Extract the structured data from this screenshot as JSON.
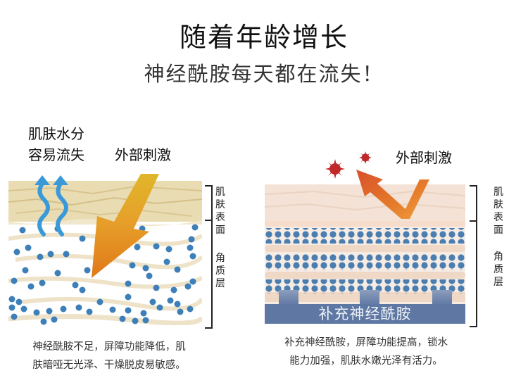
{
  "header": {
    "title": "随着年龄增长",
    "subtitle": "神经酰胺每天都在流失！"
  },
  "left_panel": {
    "water_loss_label_line1": "肌肤水分",
    "water_loss_label_line2": "容易流失",
    "stimulus_label": "外部刺激",
    "layer_labels": {
      "surface": "肌肤表面",
      "stratum_corneum": "角质层"
    },
    "caption_line1": "神经酰胺不足，屏障功能降低，肌",
    "caption_line2": "肤暗哑无光泽、干燥脱皮易敏感。",
    "colors": {
      "skin_surface": "#e9d9ae",
      "arrow_in": "#e08a1e",
      "water_arrow": "#3a9ad9",
      "ceramide_dot": "#3d7fb8"
    }
  },
  "right_panel": {
    "stimulus_label": "外部刺激",
    "supplement_label": "补充神经酰胺",
    "layer_labels": {
      "surface": "肌肤表面",
      "stratum_corneum": "角质层"
    },
    "caption_line1": "补充神经酰胺，屏障功能提高，锁水",
    "caption_line2": "能力加强，肌肤水嫩光泽有活力。",
    "colors": {
      "skin_surface": "#f2dfd0",
      "arrow_out": "#d9502a",
      "irritant": "#c0282a",
      "ceramide_base": "#5e77a3",
      "ceramide_dot": "#4b7eb0"
    }
  }
}
